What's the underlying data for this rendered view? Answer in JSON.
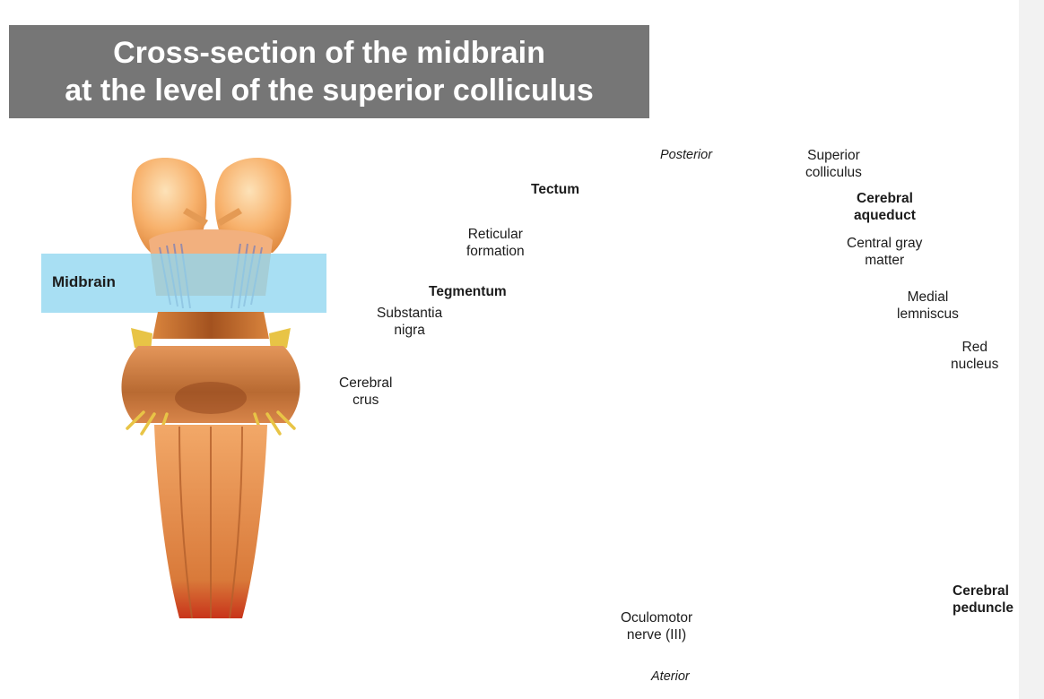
{
  "title": {
    "line1": "Cross-section of the midbrain",
    "line2": "at the level of the superior colliculus"
  },
  "brainstem": {
    "band_label": "Midbrain"
  },
  "labels": {
    "posterior": "Posterior",
    "anterior": "Aterior",
    "tectum": "Tectum",
    "superior_colliculus": [
      "Superior",
      "colliculus"
    ],
    "cerebral_aqueduct": [
      "Cerebral",
      "aqueduct"
    ],
    "central_gray_matter": [
      "Central gray",
      "matter"
    ],
    "reticular_formation": [
      "Reticular",
      "formation"
    ],
    "tegmentum": "Tegmentum",
    "substantia_nigra": [
      "Substantia",
      "nigra"
    ],
    "medial_lemniscus": [
      "Medial",
      "lemniscus"
    ],
    "red_nucleus": [
      "Red",
      "nucleus"
    ],
    "cerebral_crus": [
      "Cerebral",
      "crus"
    ],
    "oculomotor_nerve": [
      "Oculomotor",
      "nerve (III)"
    ],
    "cerebral_peduncle": [
      "Cerebral",
      "peduncle"
    ]
  },
  "colors": {
    "banner": "#767676",
    "midbrain_band": "#8fd6ef",
    "section_base": "#e8d2a8",
    "substantia_nigra": "#6e5230",
    "red_nucleus": "#e0301e",
    "aqueduct_gray": "#8a7a25",
    "nerve": "#f0dc00"
  }
}
